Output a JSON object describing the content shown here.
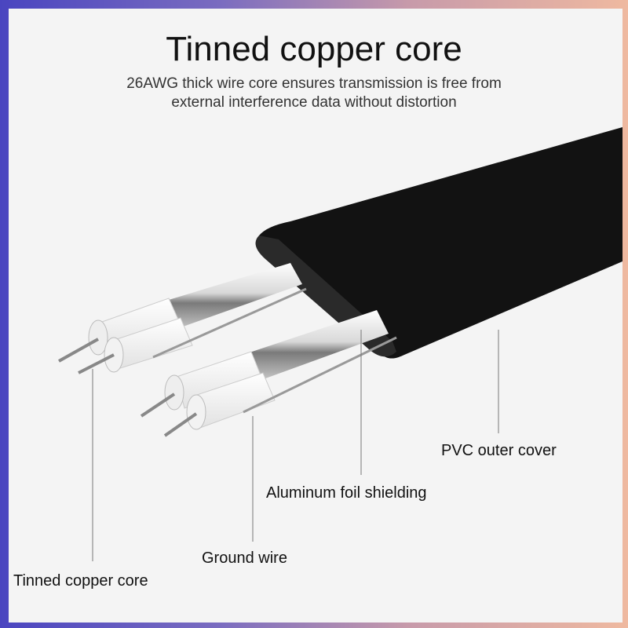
{
  "header": {
    "title": "Tinned copper core",
    "subtitle_line1": "26AWG thick wire core ensures transmission is free from",
    "subtitle_line2": "external interference data without distortion"
  },
  "labels": {
    "pvc": "PVC outer cover",
    "foil": "Aluminum foil shielding",
    "ground": "Ground wire",
    "core": "Tinned copper core"
  },
  "colors": {
    "background": "#f4f4f4",
    "cable": "#111111"
  }
}
